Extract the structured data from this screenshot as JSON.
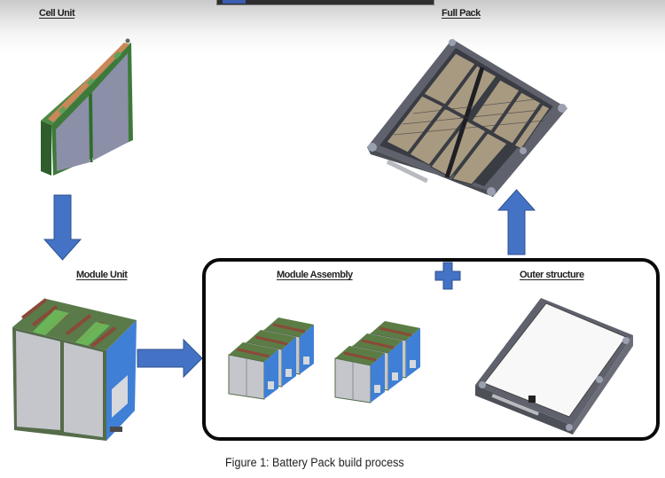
{
  "labels": {
    "cell_unit": "Cell Unit",
    "full_pack": "Full Pack",
    "module_unit": "Module Unit",
    "module_assembly": "Module Assembly",
    "outer_structure": "Outer structure"
  },
  "caption": "Figure 1: Battery Pack build process",
  "flow": [
    {
      "from": "Cell Unit",
      "to": "Module Unit",
      "direction": "down"
    },
    {
      "from": "Module Unit",
      "to": "Module Assembly",
      "direction": "right"
    },
    {
      "from": "Module Assembly",
      "to": "Outer structure",
      "relation": "plus"
    },
    {
      "from": "Module Assembly + Outer structure",
      "to": "Full Pack",
      "direction": "up"
    }
  ],
  "icons": {
    "down_arrow": "arrow-down-icon",
    "right_arrow": "arrow-right-icon",
    "up_arrow": "arrow-up-icon",
    "plus": "plus-icon"
  },
  "colors": {
    "arrow_blue": "#4472c4",
    "arrow_outline": "#2f528f",
    "cell_frame_green": "#3d7a3a",
    "cell_face_gray": "#8c8fa8",
    "module_side_blue": "#3f7fd6",
    "module_face_gray": "#c4c6cc",
    "pack_tray_gray": "#6b6e78",
    "pack_cell_tan": "#a89a80",
    "box_border": "#0a0a0a"
  }
}
